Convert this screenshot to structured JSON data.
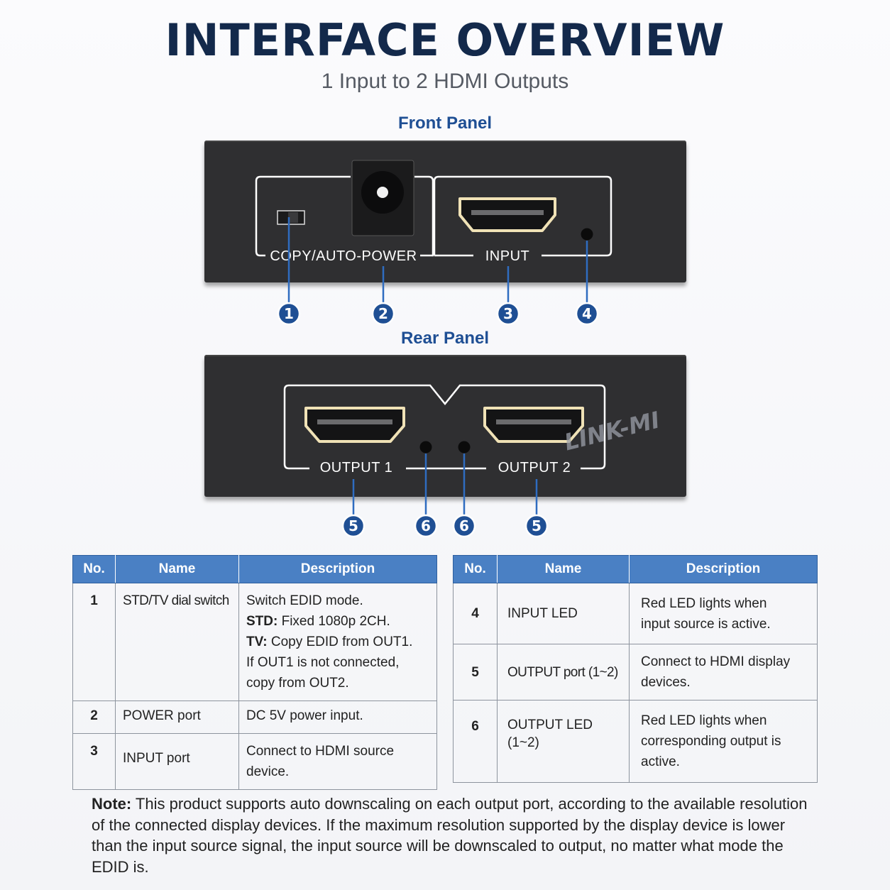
{
  "header": {
    "title": "INTERFACE OVERVIEW",
    "subtitle": "1 Input to 2 HDMI Outputs"
  },
  "front_panel": {
    "title": "Front Panel",
    "label_left": "COPY/AUTO-POWER",
    "label_right": "INPUT",
    "badges": [
      "1",
      "2",
      "3",
      "4"
    ]
  },
  "rear_panel": {
    "title": "Rear Panel",
    "label_left": "OUTPUT 1",
    "label_right": "OUTPUT 2",
    "watermark": "LINK-MI",
    "badges": [
      "5",
      "6",
      "6",
      "5"
    ]
  },
  "table_headers": {
    "no": "No.",
    "name": "Name",
    "description": "Description"
  },
  "table_left": [
    {
      "no": "1",
      "name": "STD/TV dial switch",
      "desc": [
        {
          "bold": "",
          "text": "Switch EDID mode."
        },
        {
          "bold": "STD:",
          "text": " Fixed 1080p 2CH."
        },
        {
          "bold": "TV:",
          "text": " Copy EDID from OUT1."
        },
        {
          "bold": "",
          "text": "If OUT1 is not connected,"
        },
        {
          "bold": "",
          "text": "copy from OUT2."
        }
      ]
    },
    {
      "no": "2",
      "name": "POWER port",
      "desc": [
        {
          "bold": "",
          "text": "DC 5V power input."
        }
      ]
    },
    {
      "no": "3",
      "name": "INPUT port",
      "desc": [
        {
          "bold": "",
          "text": "Connect to HDMI source"
        },
        {
          "bold": "",
          "text": "device."
        }
      ]
    }
  ],
  "table_right": [
    {
      "no": "4",
      "name": "INPUT LED",
      "desc": [
        {
          "bold": "",
          "text": "Red LED lights when"
        },
        {
          "bold": "",
          "text": "input source is active."
        }
      ]
    },
    {
      "no": "5",
      "name": "OUTPUT port (1~2)",
      "desc": [
        {
          "bold": "",
          "text": "Connect to HDMI display"
        },
        {
          "bold": "",
          "text": "devices."
        }
      ]
    },
    {
      "no": "6",
      "name": "OUTPUT LED (1~2)",
      "desc": [
        {
          "bold": "",
          "text": "Red LED lights when"
        },
        {
          "bold": "",
          "text": "corresponding output is"
        },
        {
          "bold": "",
          "text": "active."
        }
      ]
    }
  ],
  "note": {
    "label": "Note:",
    "text": " This product supports auto downscaling on each output port, according to the available resolution of the connected display devices. If the maximum resolution supported by the display device is lower than the input source signal, the input source will be downscaled to output, no matter what mode the EDID is."
  },
  "colors": {
    "title": "#13294b",
    "accent": "#1f4f94",
    "badge": "#1f4f94",
    "table_header": "#4a80c4",
    "device": "#2f2f31"
  }
}
